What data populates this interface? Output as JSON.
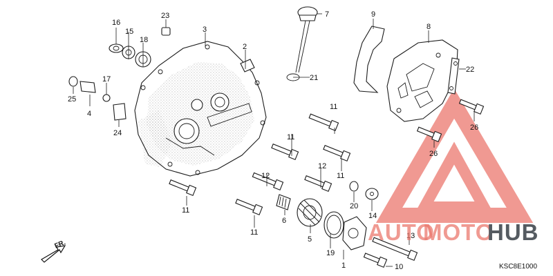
{
  "diagram": {
    "direction_label": "FR.",
    "diagram_code": "KSC8E1000",
    "watermark": {
      "part1": "AUTO",
      "part2": "MOTO",
      "part3": "HUB"
    },
    "colors": {
      "line": "#1a1a1a",
      "watermark_red": "#eb786e",
      "watermark_gray": "#555b61"
    },
    "callouts": {
      "c1": "1",
      "c2": "2",
      "c3": "3",
      "c4": "4",
      "c5": "5",
      "c6": "6",
      "c7": "7",
      "c8": "8",
      "c9": "9",
      "c10": "10",
      "c11a": "11",
      "c11b": "11",
      "c11c": "11",
      "c11d": "11",
      "c11e": "11",
      "c12a": "12",
      "c12b": "12",
      "c13": "13",
      "c14": "14",
      "c15": "15",
      "c16": "16",
      "c17": "17",
      "c18": "18",
      "c19": "19",
      "c20": "20",
      "c21": "21",
      "c22": "22",
      "c23": "23",
      "c24": "24",
      "c25": "25",
      "c26a": "26",
      "c26b": "26"
    }
  }
}
